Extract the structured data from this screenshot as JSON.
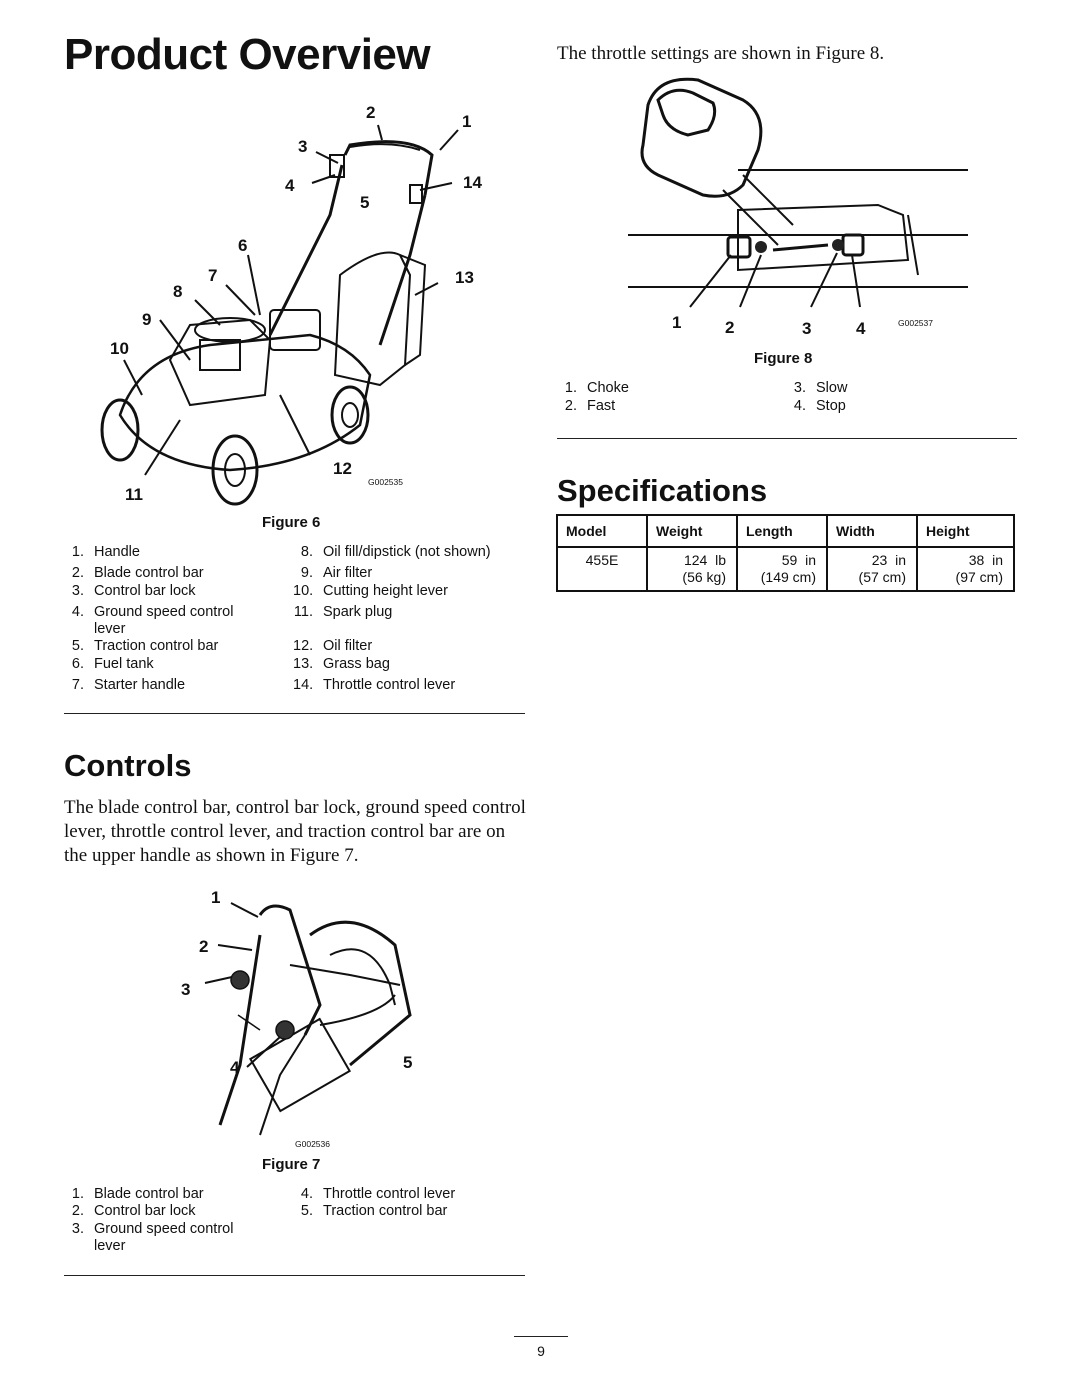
{
  "page": {
    "title": "Product Overview",
    "page_number": "9"
  },
  "figure6": {
    "caption": "Figure 6",
    "code": "G002535",
    "callouts": [
      "1",
      "2",
      "3",
      "4",
      "5",
      "6",
      "7",
      "8",
      "9",
      "10",
      "11",
      "12",
      "13",
      "14"
    ],
    "legend": [
      {
        "num": "1.",
        "text": "Handle"
      },
      {
        "num": "2.",
        "text": "Blade control bar"
      },
      {
        "num": "3.",
        "text": "Control bar lock"
      },
      {
        "num": "4.",
        "text": "Ground speed control lever"
      },
      {
        "num": "5.",
        "text": "Traction control bar"
      },
      {
        "num": "6.",
        "text": "Fuel tank"
      },
      {
        "num": "7.",
        "text": "Starter handle"
      },
      {
        "num": "8.",
        "text": "Oil fill/dipstick (not shown)"
      },
      {
        "num": "9.",
        "text": "Air filter"
      },
      {
        "num": "10.",
        "text": "Cutting height lever"
      },
      {
        "num": "11.",
        "text": "Spark plug"
      },
      {
        "num": "12.",
        "text": "Oil filter"
      },
      {
        "num": "13.",
        "text": "Grass bag"
      },
      {
        "num": "14.",
        "text": "Throttle control lever"
      }
    ]
  },
  "controls": {
    "heading": "Controls",
    "paragraph": "The blade control bar, control bar lock, ground speed control lever, throttle control lever, and traction control bar are on the upper handle as shown in Figure 7."
  },
  "figure7": {
    "caption": "Figure 7",
    "code": "G002536",
    "callouts": [
      "1",
      "2",
      "3",
      "4",
      "5"
    ],
    "legend": [
      {
        "num": "1.",
        "text": "Blade control bar"
      },
      {
        "num": "2.",
        "text": "Control bar lock"
      },
      {
        "num": "3.",
        "text": "Ground speed control lever"
      },
      {
        "num": "4.",
        "text": "Throttle control lever"
      },
      {
        "num": "5.",
        "text": "Traction control bar"
      }
    ]
  },
  "throttle": {
    "intro": "The throttle settings are shown in Figure 8."
  },
  "figure8": {
    "caption": "Figure 8",
    "code": "G002537",
    "callouts": [
      "1",
      "2",
      "3",
      "4"
    ],
    "legend": [
      {
        "num": "1.",
        "text": "Choke"
      },
      {
        "num": "2.",
        "text": "Fast"
      },
      {
        "num": "3.",
        "text": "Slow"
      },
      {
        "num": "4.",
        "text": "Stop"
      }
    ]
  },
  "specifications": {
    "heading": "Specifications",
    "columns": [
      "Model",
      "Weight",
      "Length",
      "Width",
      "Height"
    ],
    "row": {
      "model": "455E",
      "weight": [
        "124  lb",
        "(56 kg)"
      ],
      "length": [
        "59  in",
        "(149 cm)"
      ],
      "width": [
        "23  in",
        "(57 cm)"
      ],
      "height": [
        "38  in",
        "(97 cm)"
      ]
    }
  }
}
